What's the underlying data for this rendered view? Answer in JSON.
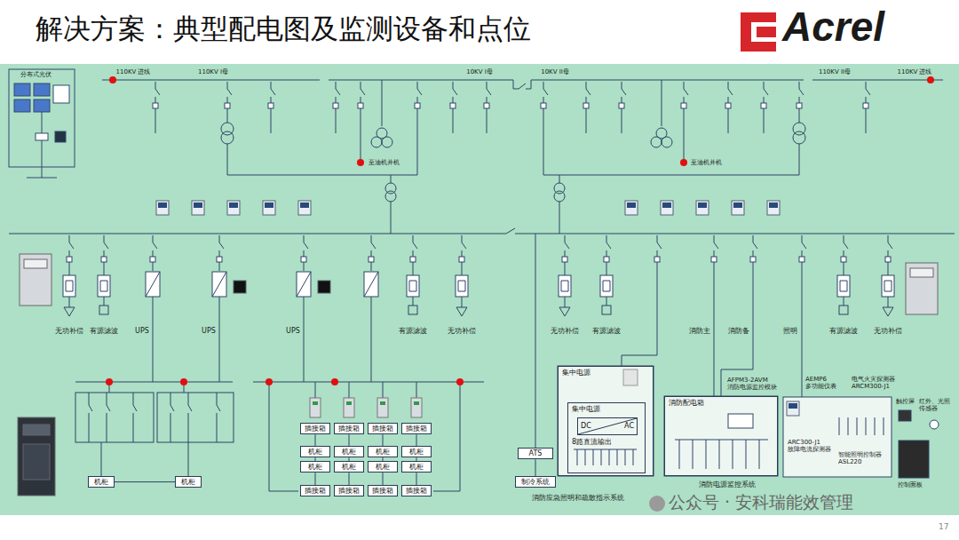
{
  "diagram": {
    "title": "解决方案：典型配电图及监测设备和点位",
    "nodes": [
      {
        "text": [
          "插接箱"
        ]
      },
      {
        "text": [
          "插接箱"
        ]
      },
      {
        "text": [
          "插接箱"
        ]
      },
      {
        "text": [
          "插接箱"
        ]
      },
      {
        "text": [
          "机柜"
        ]
      },
      {
        "text": [
          "机柜"
        ]
      },
      {
        "text": [
          "机柜"
        ]
      },
      {
        "text": [
          "机柜"
        ]
      },
      {
        "text": [
          "机柜"
        ]
      },
      {
        "text": [
          "机柜"
        ]
      },
      {
        "text": [
          "机柜"
        ]
      },
      {
        "text": [
          "机柜"
        ]
      },
      {
        "text": [
          "插接箱"
        ]
      },
      {
        "text": [
          "插接箱"
        ]
      },
      {
        "text": [
          "插接箱"
        ]
      },
      {
        "text": [
          "插接箱"
        ]
      },
      {
        "text": [
          "机柜"
        ]
      },
      {
        "text": [
          "机柜"
        ]
      },
      {
        "text": [
          "集中电源"
        ]
      },
      {
        "text": [
          "集中电源",
          "8路直流输出"
        ],
        "in": 18
      },
      {
        "text": [
          "DC",
          "AC"
        ],
        "in": 19
      },
      {
        "text": [
          "消防配电箱"
        ]
      },
      {
        "text": [
          "ATS"
        ]
      },
      {
        "text": [
          "制冷系统"
        ]
      }
    ],
    "edges": [
      {
        "from": 0,
        "to": 4,
        "arrow": "none"
      },
      {
        "from": 1,
        "to": 5,
        "arrow": "none"
      },
      {
        "from": 2,
        "to": 6,
        "arrow": "none"
      },
      {
        "from": 3,
        "to": 7,
        "arrow": "none"
      },
      {
        "from": 4,
        "to": 8,
        "arrow": "none"
      },
      {
        "from": 5,
        "to": 9,
        "arrow": "none"
      },
      {
        "from": 6,
        "to": 10,
        "arrow": "none"
      },
      {
        "from": 7,
        "to": 11,
        "arrow": "none"
      },
      {
        "from": 8,
        "to": 12,
        "arrow": "none"
      },
      {
        "from": 9,
        "to": 13,
        "arrow": "none"
      },
      {
        "from": 10,
        "to": 14,
        "arrow": "none"
      },
      {
        "from": 11,
        "to": 15,
        "arrow": "none"
      },
      {
        "from": 16,
        "to": 17,
        "arrow": "none"
      },
      {
        "from": 22,
        "to": 23,
        "arrow": "none"
      }
    ],
    "labels": [
      "Acrel",
      "分布式光伏",
      "110KV 进线",
      "110KV I母",
      "10KV I母",
      "10KV II母",
      "110KV II母",
      "110KV 进线",
      "至油机并机",
      "至油机并机",
      "无功补偿",
      "有源滤波",
      "UPS",
      "UPS",
      "UPS",
      "有源滤波",
      "无功补偿",
      "无功补偿",
      "有源滤波",
      "消防主",
      "消防备",
      "照明",
      "有源滤波",
      "无功补偿",
      "AFPM3-2AVM 消防电源监控模块",
      "AEMP6 多功能仪表",
      "电气火灾探测器 ARCM300-J1",
      "ARC300-J1 故障电流探测器",
      "智能照明控制器 ASL220",
      "触控屏",
      "红外、光照 传感器",
      "控制面板",
      "消防应急照明和疏散指示系统",
      "消防电源监控系统",
      "公众号 · 安科瑞能效管理",
      "17"
    ]
  }
}
